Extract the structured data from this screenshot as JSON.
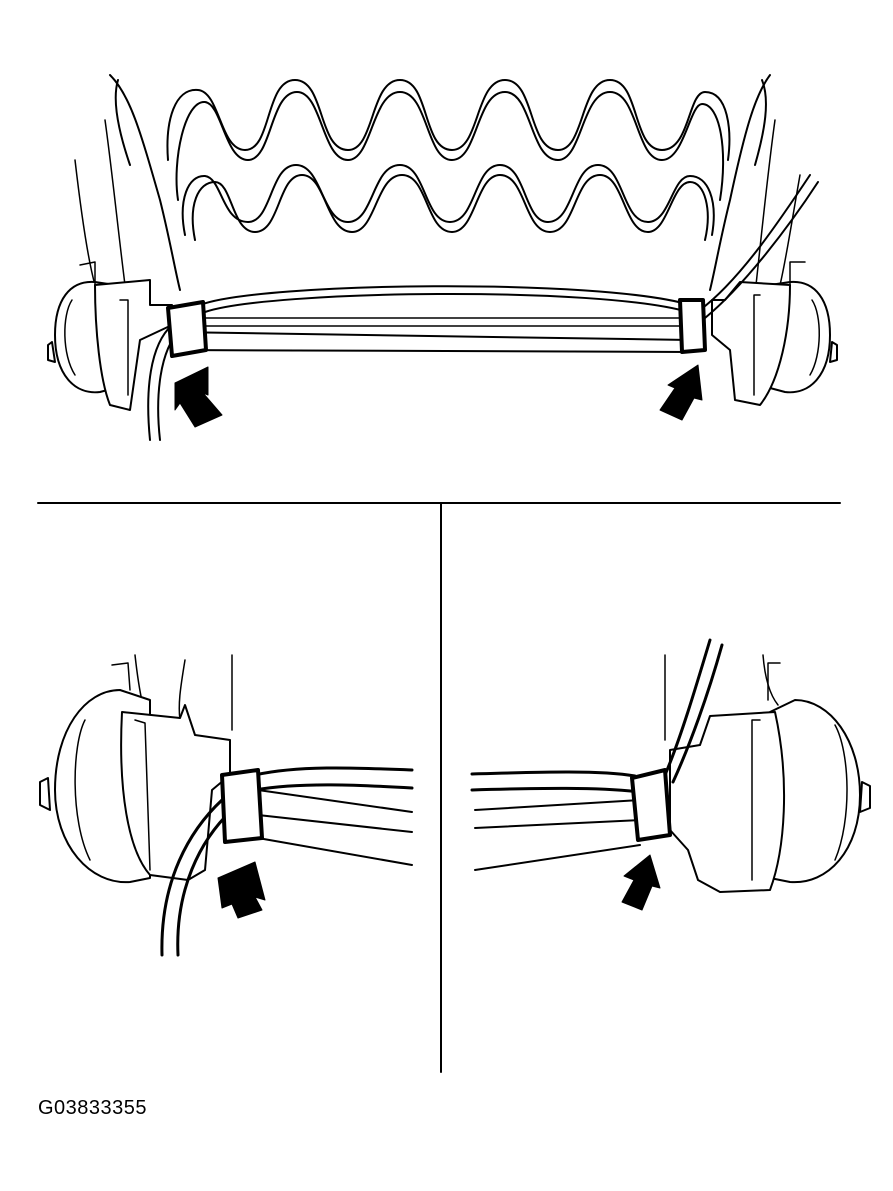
{
  "figure": {
    "code": "G03833355",
    "panels": [
      "overview",
      "left-detail",
      "right-detail"
    ]
  }
}
